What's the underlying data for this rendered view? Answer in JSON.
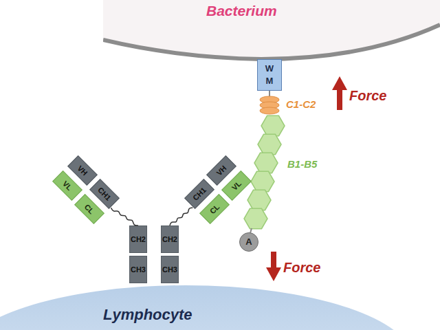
{
  "diagram": {
    "nodes": [
      {
        "text": [
          "Bacterium"
        ]
      },
      {
        "text": [
          "W M"
        ]
      },
      {
        "text": [
          "A"
        ]
      },
      {
        "text": [
          "VL"
        ]
      },
      {
        "text": [
          "VH"
        ]
      },
      {
        "text": [
          "CL"
        ]
      },
      {
        "text": [
          "CH1"
        ]
      },
      {
        "text": [
          "VH"
        ]
      },
      {
        "text": [
          "VL"
        ]
      },
      {
        "text": [
          "CH1"
        ]
      },
      {
        "text": [
          "CL"
        ]
      },
      {
        "text": [
          "CH2"
        ]
      },
      {
        "text": [
          "CH2"
        ]
      },
      {
        "text": [
          "CH3"
        ]
      },
      {
        "text": [
          "CH3"
        ]
      },
      {
        "text": [
          "Lymphocyte"
        ]
      }
    ],
    "edges": [
      {
        "from": 6,
        "to": 11,
        "arrow": "none"
      },
      {
        "from": 9,
        "to": 12,
        "arrow": "none"
      }
    ],
    "labels": [
      "C1-C2",
      "Force",
      "B1-B5",
      "Force"
    ]
  }
}
